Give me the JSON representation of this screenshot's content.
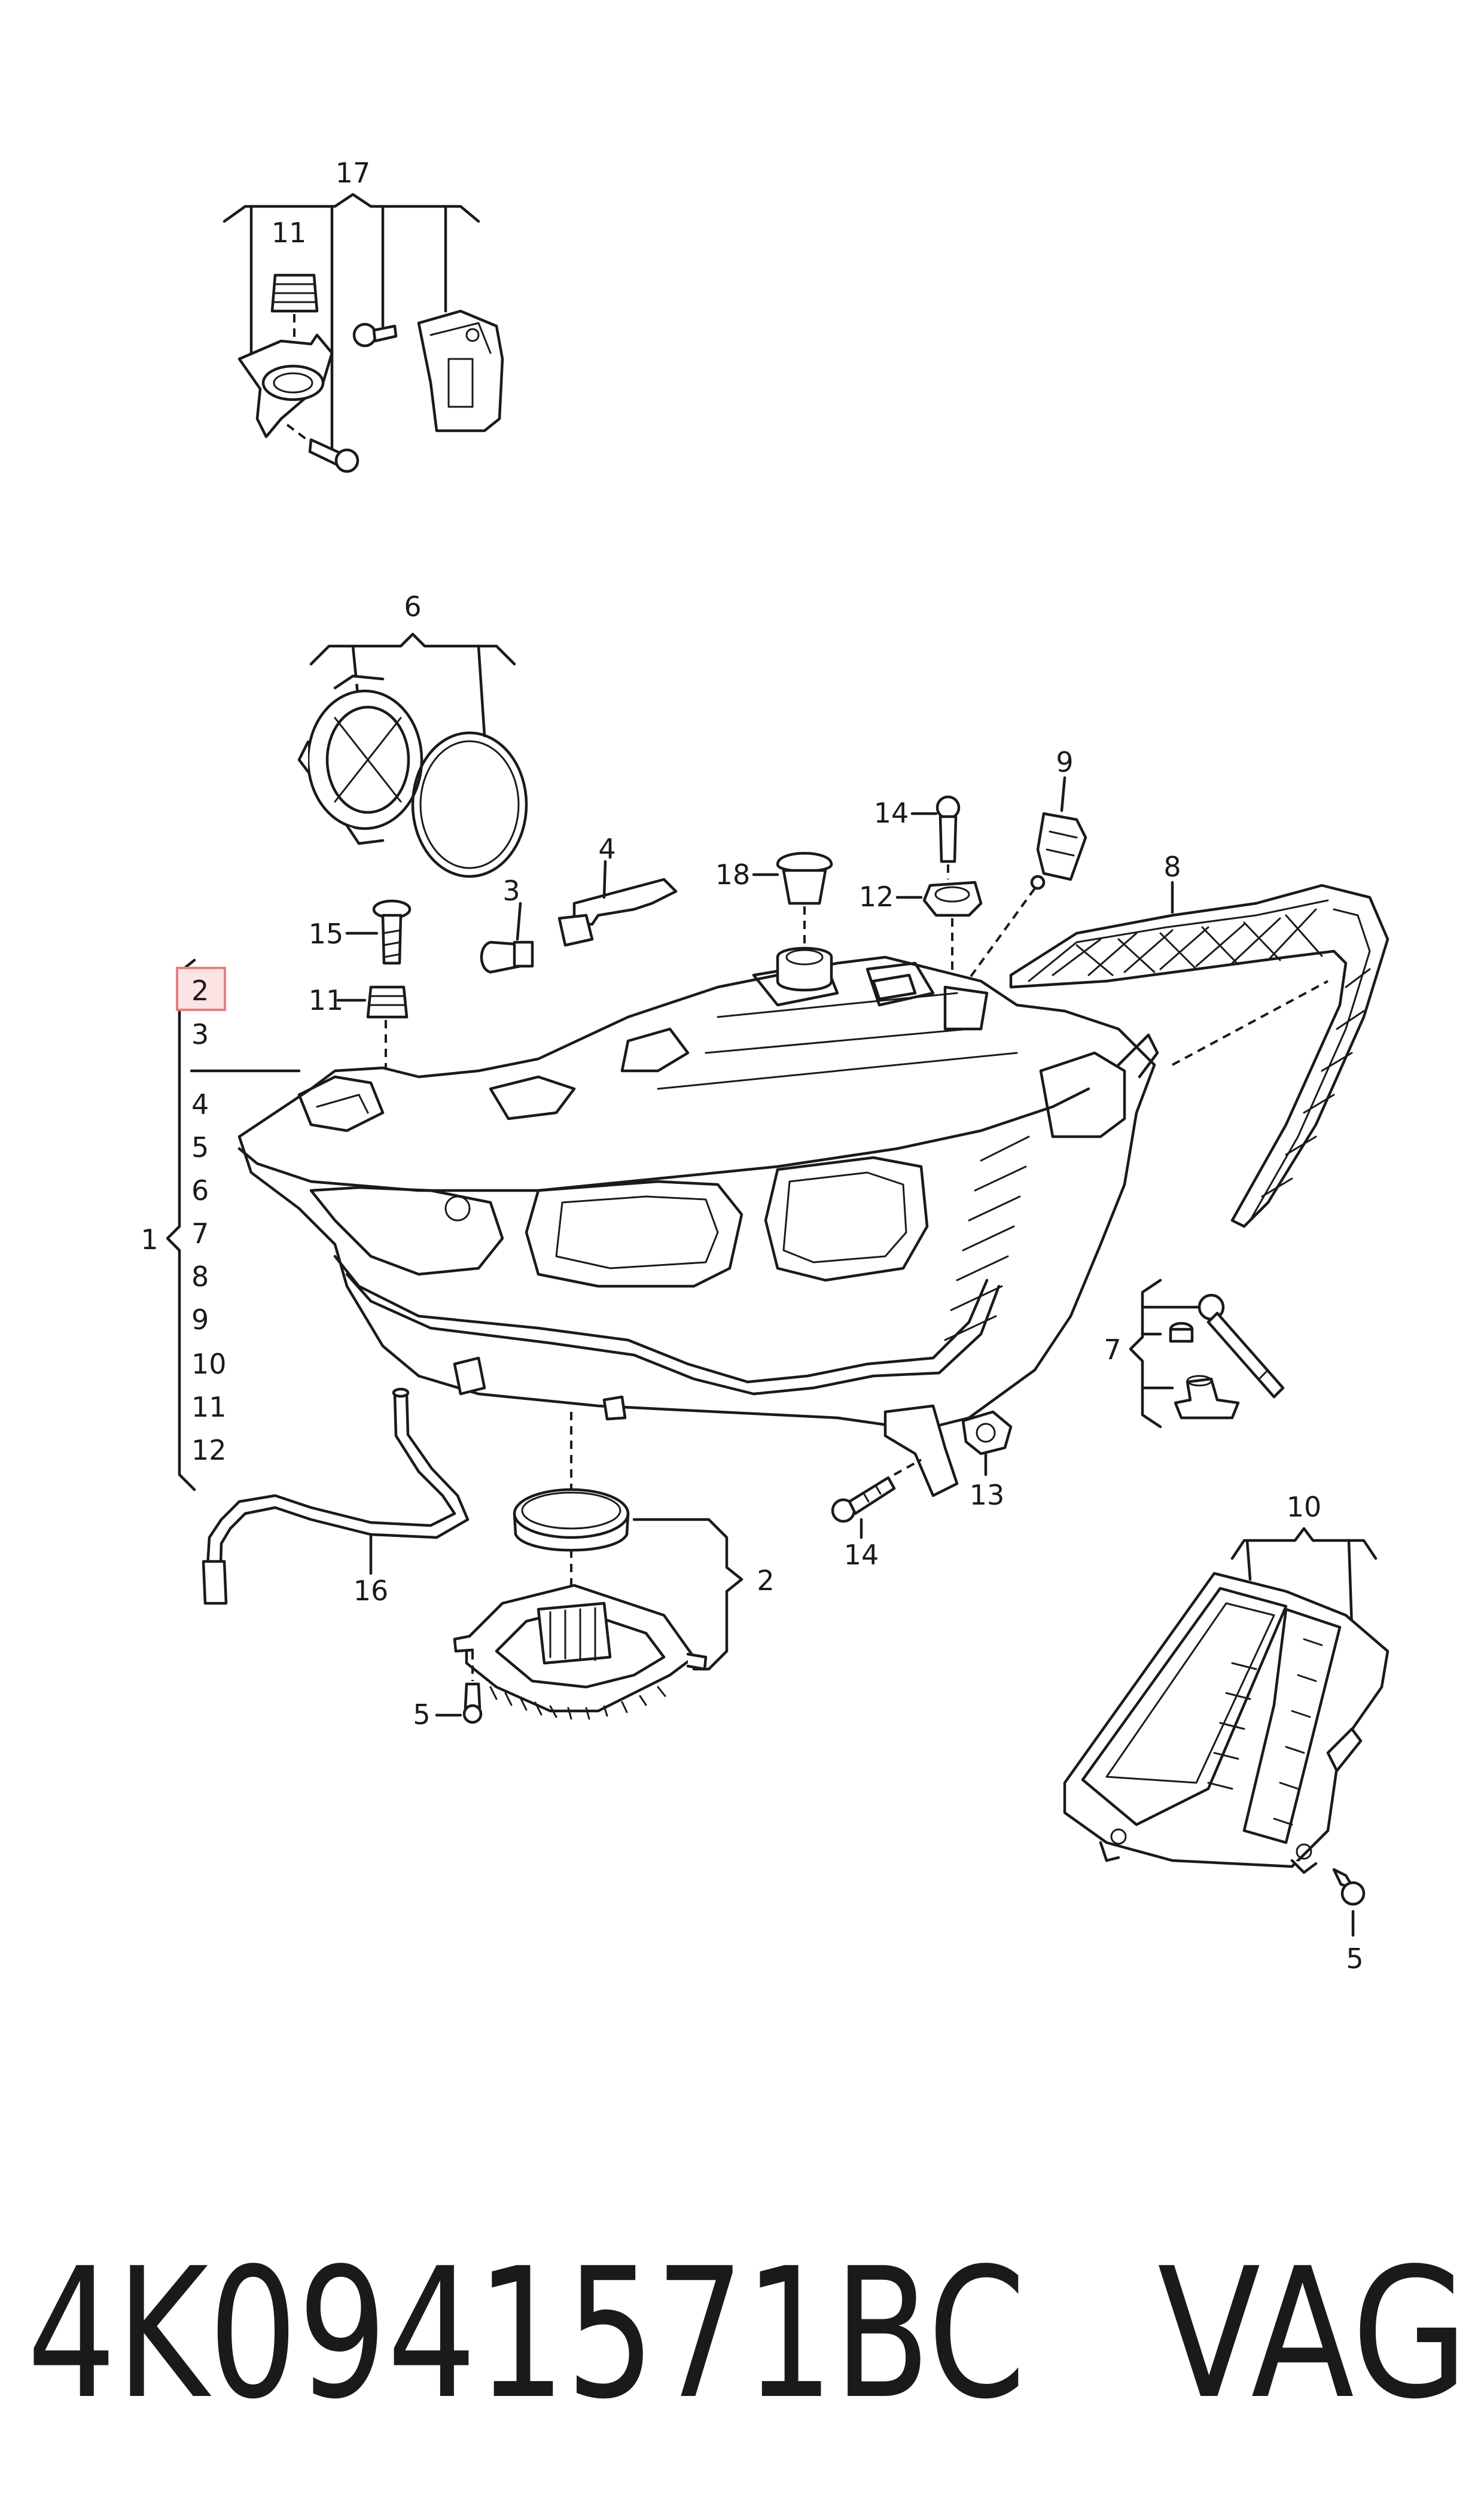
{
  "labels": {
    "n17": "17",
    "n11a": "11",
    "n6": "6",
    "n9": "9",
    "n14a": "14",
    "n4": "4",
    "n18": "18",
    "n12a": "12",
    "n8": "8",
    "n3a": "3",
    "n15": "15",
    "n11b": "11",
    "n7": "7",
    "n13": "13",
    "n14b": "14",
    "n10": "10",
    "n16": "16",
    "n2": "2",
    "n5a": "5",
    "n5b": "5"
  },
  "assembly_group": {
    "number": "1",
    "items": [
      "2",
      "3",
      "4",
      "5",
      "6",
      "7",
      "8",
      "9",
      "10",
      "11",
      "12"
    ],
    "highlighted": "2"
  },
  "footer": {
    "part_number": "4K0941571BC",
    "brand": "VAG"
  },
  "colors": {
    "line": "#1a1a1a",
    "highlight_border": "#e58080",
    "highlight_fill": "#fde4e4"
  }
}
